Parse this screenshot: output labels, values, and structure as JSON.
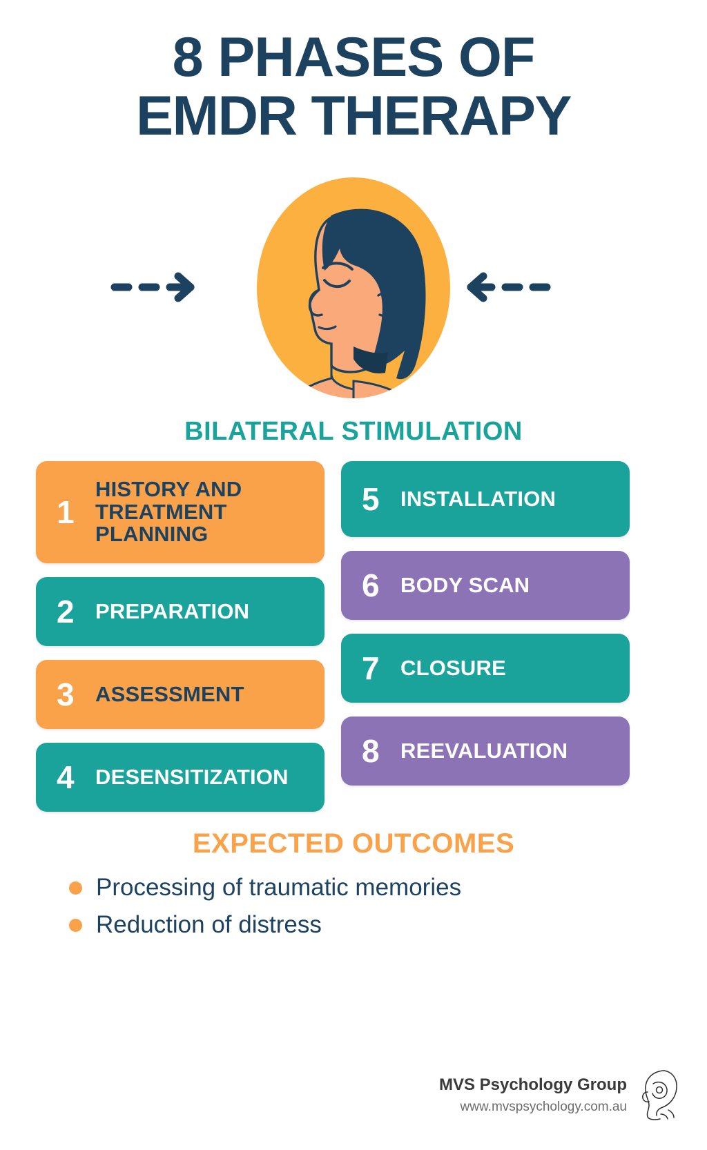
{
  "title": {
    "line1": "8 PHASES OF",
    "line2": "EMDR THERAPY"
  },
  "illustration": {
    "caption": "BILATERAL STIMULATION",
    "left_arrow_icon": "dashed-arrow-right-icon",
    "right_arrow_icon": "dashed-arrow-left-icon",
    "portrait_icon": "woman-profile-head-icon",
    "colors": {
      "circle": "#fbb040",
      "hair": "#1d4260",
      "skin": "#f9a97a",
      "caption": "#1aa39a",
      "arrow": "#1d4260"
    }
  },
  "phases": {
    "left_column": [
      {
        "number": "1",
        "label": "HISTORY AND TREATMENT PLANNING",
        "bg": "#f9a24a",
        "text_color": "#1d4260",
        "number_color": "#ffffff",
        "height": 148
      },
      {
        "number": "2",
        "label": "PREPARATION",
        "bg": "#1aa39a",
        "text_color": "#ffffff",
        "number_color": "#ffffff",
        "height": 100
      },
      {
        "number": "3",
        "label": "ASSESSMENT",
        "bg": "#f9a24a",
        "text_color": "#1d4260",
        "number_color": "#ffffff",
        "height": 100
      },
      {
        "number": "4",
        "label": "DESENSITIZATION",
        "bg": "#1aa39a",
        "text_color": "#ffffff",
        "number_color": "#ffffff",
        "height": 100
      }
    ],
    "right_column": [
      {
        "number": "5",
        "label": "INSTALLATION",
        "bg": "#1aa39a",
        "text_color": "#ffffff",
        "number_color": "#ffffff",
        "height": 110
      },
      {
        "number": "6",
        "label": "BODY SCAN",
        "bg": "#8b73b5",
        "text_color": "#ffffff",
        "number_color": "#ffffff",
        "height": 100
      },
      {
        "number": "7",
        "label": "CLOSURE",
        "bg": "#1aa39a",
        "text_color": "#ffffff",
        "number_color": "#ffffff",
        "height": 100
      },
      {
        "number": "8",
        "label": "REEVALUATION",
        "bg": "#8b73b5",
        "text_color": "#ffffff",
        "number_color": "#ffffff",
        "height": 100
      }
    ]
  },
  "outcomes": {
    "heading": "EXPECTED OUTCOMES",
    "items": [
      "Processing of traumatic memories",
      "Reduction of distress"
    ],
    "bullet_color": "#f9a24a",
    "text_color": "#1d4260"
  },
  "footer": {
    "organisation": "MVS Psychology Group",
    "website": "www.mvspsychology.com.au",
    "logo_icon": "head-profile-outline-logo"
  }
}
